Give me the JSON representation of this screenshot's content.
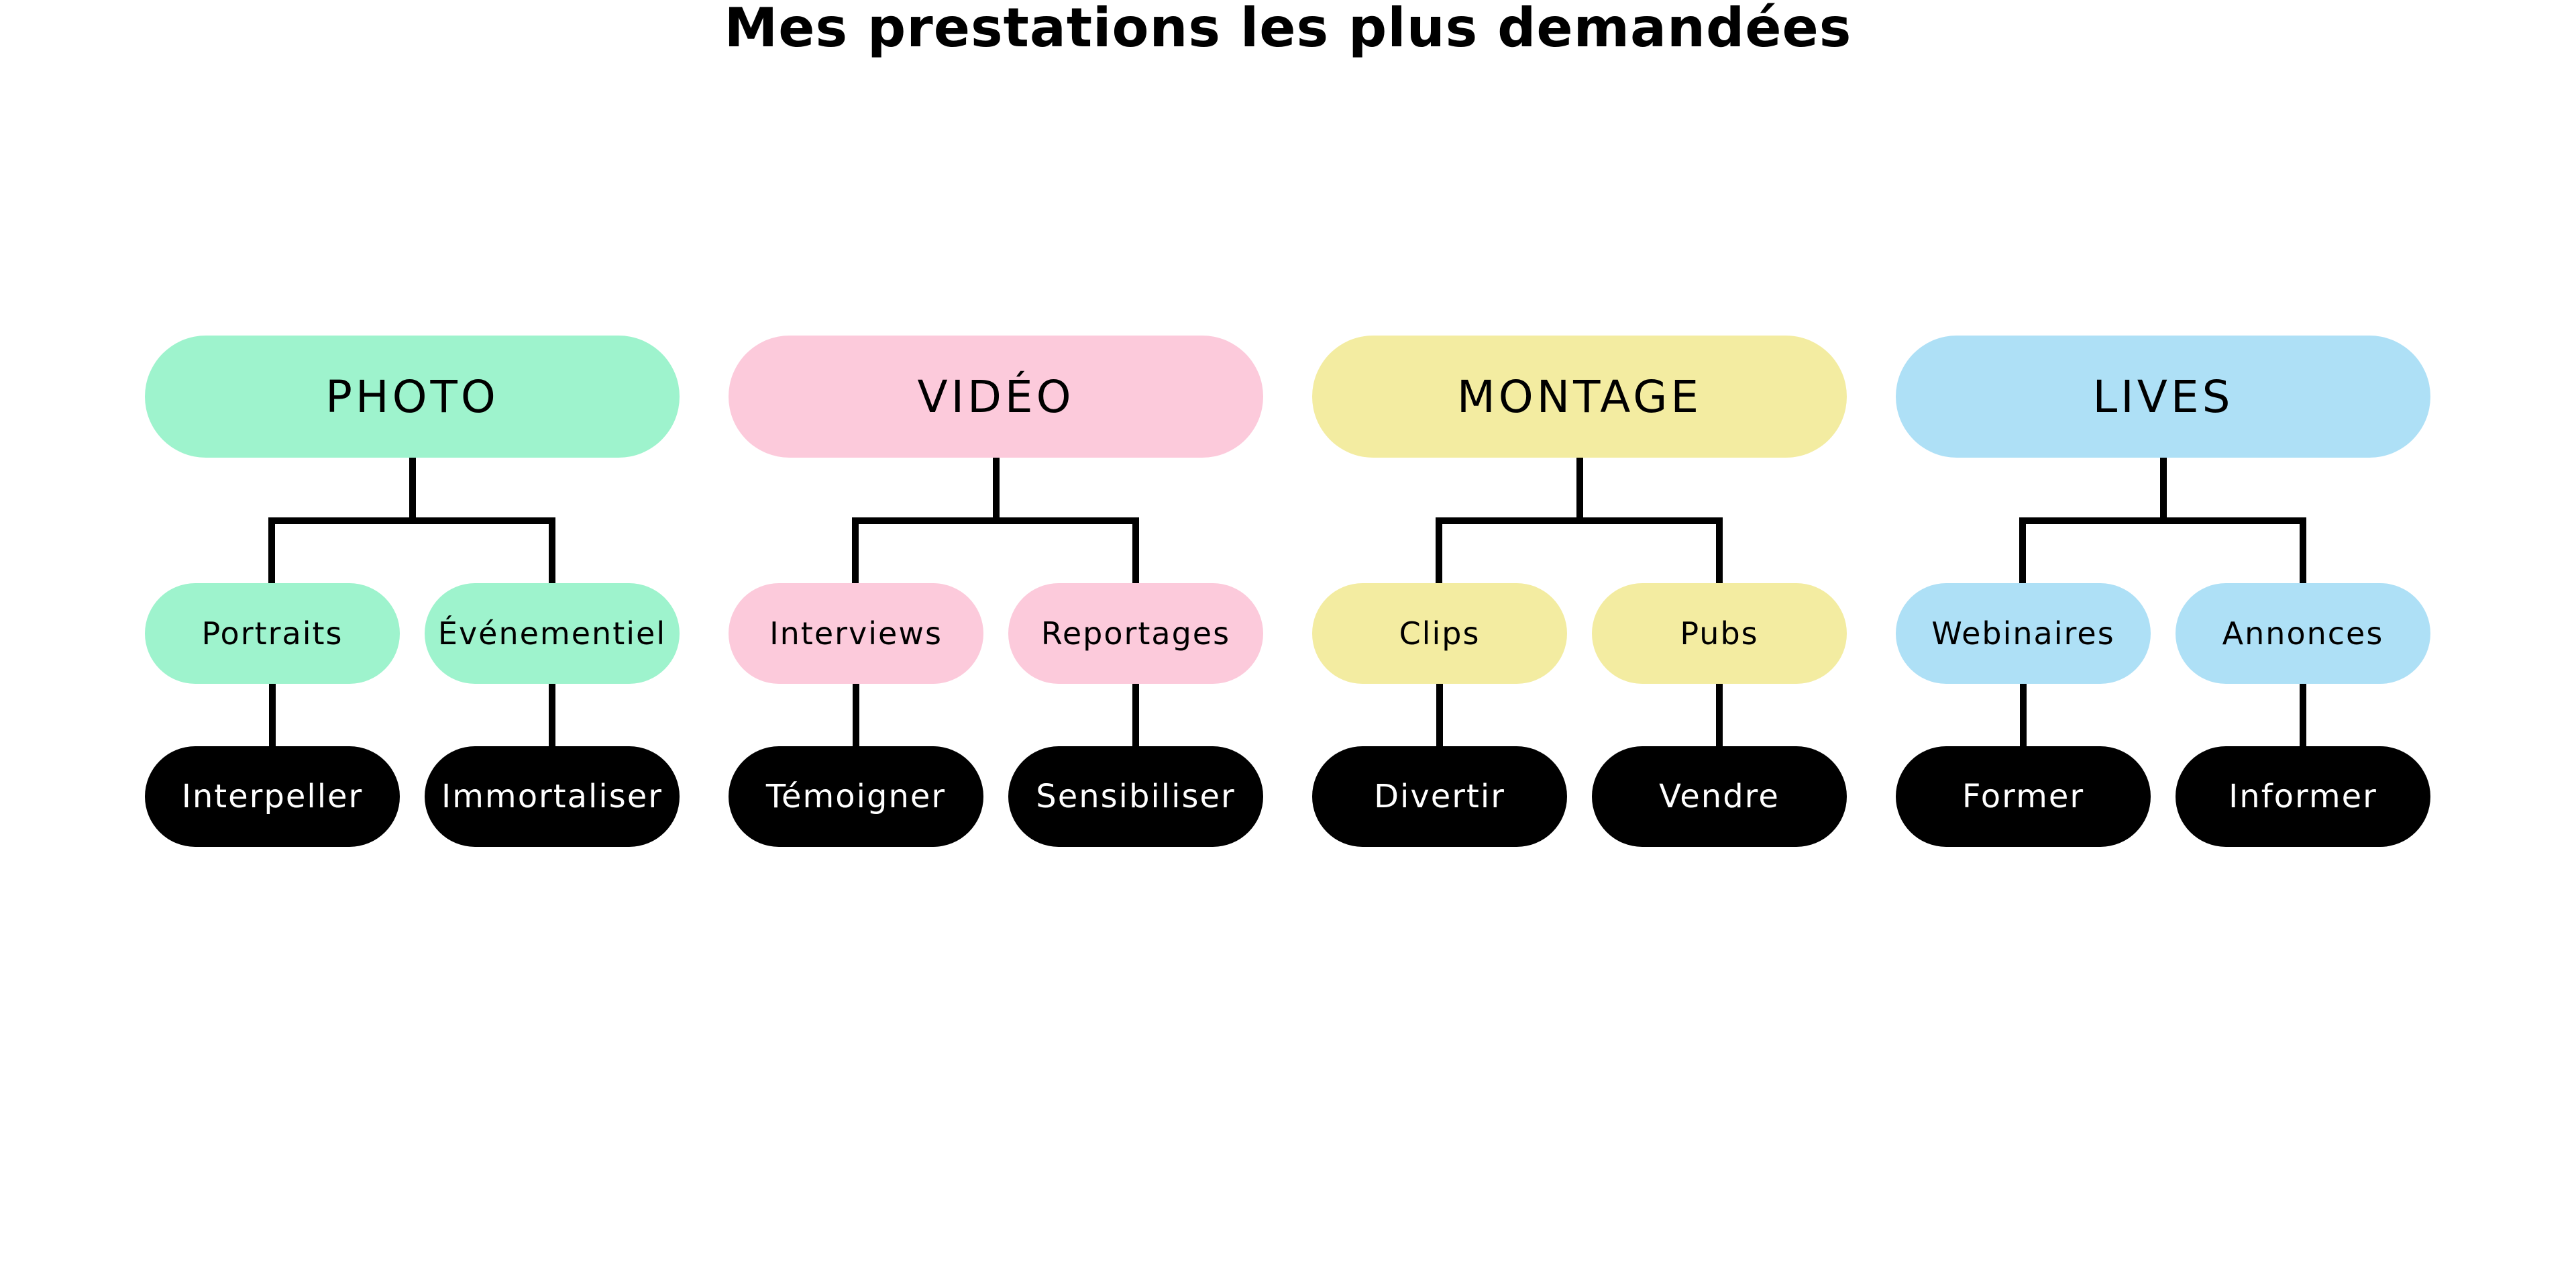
{
  "title": "Mes prestations les plus demandées",
  "columns": [
    {
      "category": "PHOTO",
      "color": "#9ef3cd",
      "services": [
        {
          "label": "Portraits",
          "goal": "Interpeller"
        },
        {
          "label": "Événementiel",
          "goal": "Immortaliser"
        }
      ]
    },
    {
      "category": "VIDÉO",
      "color": "#fccadb",
      "services": [
        {
          "label": "Interviews",
          "goal": "Témoigner"
        },
        {
          "label": "Reportages",
          "goal": "Sensibiliser"
        }
      ]
    },
    {
      "category": "MONTAGE",
      "color": "#f3eca1",
      "services": [
        {
          "label": "Clips",
          "goal": "Divertir"
        },
        {
          "label": "Pubs",
          "goal": "Vendre"
        }
      ]
    },
    {
      "category": "LIVES",
      "color": "#aee0f6",
      "services": [
        {
          "label": "Webinaires",
          "goal": "Former"
        },
        {
          "label": "Annonces",
          "goal": "Informer"
        }
      ]
    }
  ]
}
